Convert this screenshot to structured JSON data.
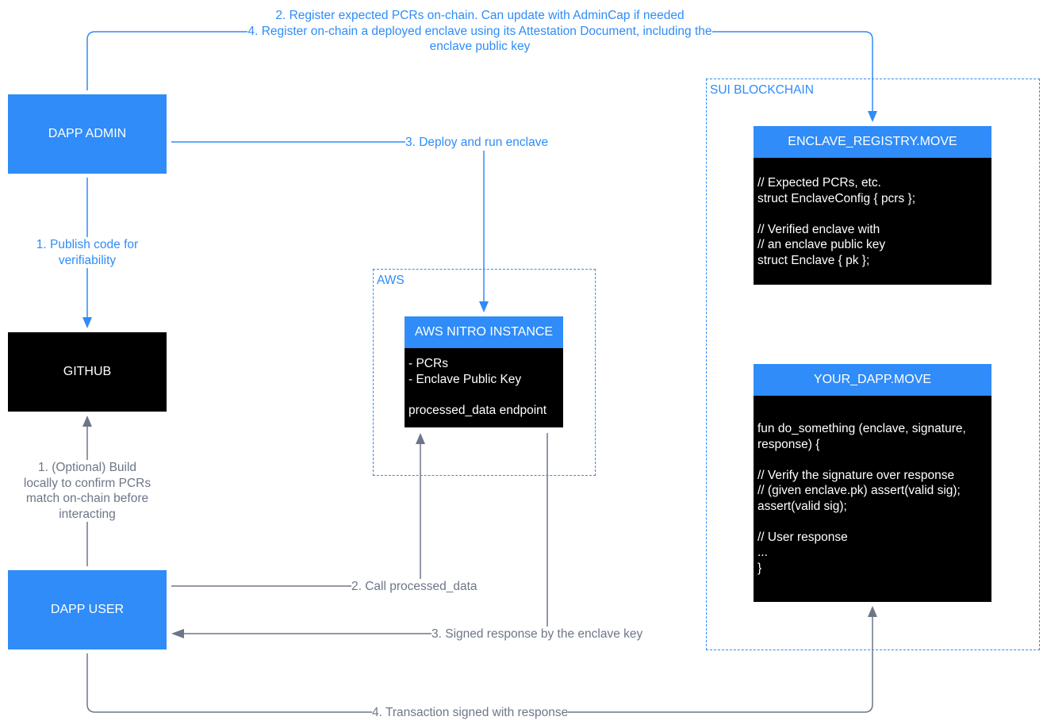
{
  "nodes": {
    "dapp_admin": "DAPP ADMIN",
    "github": "GITHUB",
    "dapp_user": "DAPP USER",
    "nitro": {
      "title": "AWS NITRO INSTANCE",
      "lines": [
        "- PCRs",
        "- Enclave Public Key",
        "",
        "processed_data endpoint"
      ]
    },
    "registry": {
      "title": "ENCLAVE_REGISTRY.MOVE",
      "lines": [
        "// Expected PCRs, etc.",
        "struct EnclaveConfig { pcrs };",
        "",
        "// Verified enclave with",
        "// an enclave public key",
        "struct Enclave { pk };"
      ]
    },
    "your_dapp": {
      "title": "YOUR_DAPP.MOVE",
      "lines": [
        "fun do_something (enclave, signature,",
        "response) {",
        "",
        "// Verify the signature over response",
        "// (given enclave.pk) assert(valid sig);",
        "assert(valid sig);",
        "",
        "// User response",
        "...",
        "}"
      ]
    }
  },
  "groups": {
    "aws": "AWS",
    "sui": "SUI BLOCKCHAIN"
  },
  "edges": {
    "top_label": [
      "2. Register expected PCRs on-chain. Can update with AdminCap if needed",
      "4. Register on-chain a deployed enclave using its Attestation Document, including the",
      "enclave public key"
    ],
    "deploy": "3. Deploy and run enclave",
    "publish": [
      "1. Publish code for",
      "verifiability"
    ],
    "optional_build": [
      "1. (Optional) Build",
      "locally to confirm PCRs",
      "match on-chain before",
      "interacting"
    ],
    "call": "2. Call processed_data",
    "signed": "3. Signed response by the enclave key",
    "transaction": "4. Transaction signed with response"
  },
  "colors": {
    "blue": "#2f8cf8",
    "gray": "#6d7688",
    "black": "#000000"
  }
}
